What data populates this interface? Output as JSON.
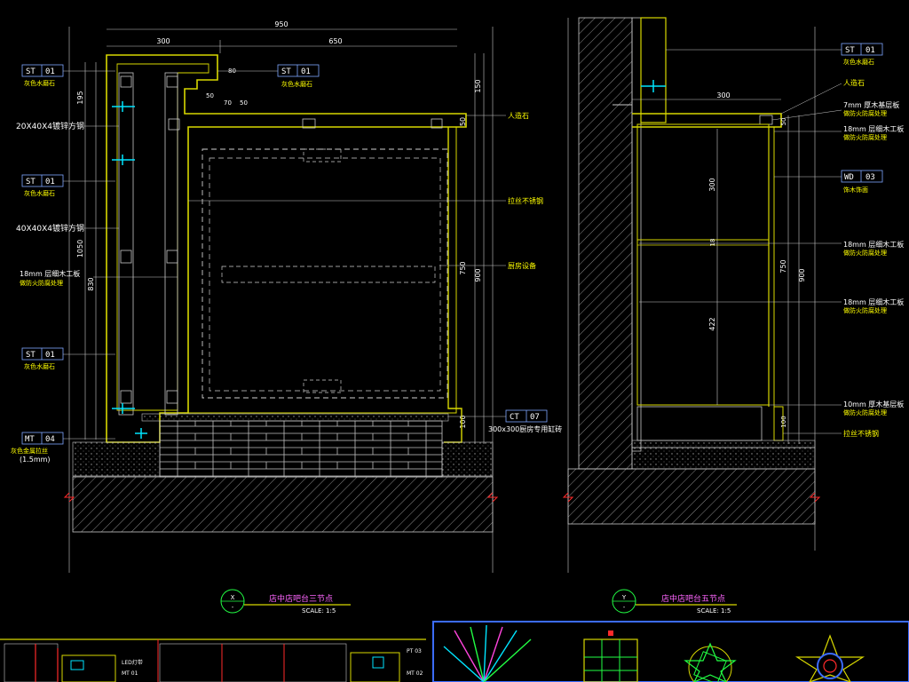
{
  "palette": {
    "background": "#000000",
    "wall": "#d8d800",
    "dimension": "#c8c8c8",
    "label": "#ffffff",
    "callout": "#ffff00",
    "tagbox": "#7fa7ff",
    "grid": "#3a3a3a",
    "dashed": "#cfcfcf",
    "cyan": "#00e5ff",
    "magenta": "#ff44dd",
    "green": "#22ff44",
    "blue": "#3c6cff"
  },
  "left_section": {
    "top_dims": [
      "950",
      "300",
      "650"
    ],
    "left_dims": [
      "195",
      "1050",
      "830"
    ],
    "right_dims": [
      "150",
      "50",
      "750",
      "900",
      "100"
    ],
    "inner_dims": [
      "80",
      "50",
      "70",
      "50"
    ],
    "tags": [
      {
        "code": "ST",
        "num": "01",
        "note": "灰色水磨石"
      },
      {
        "code": "ST",
        "num": "01",
        "note": "灰色水磨石"
      },
      {
        "code": "ST",
        "num": "01",
        "note": "灰色水磨石"
      },
      {
        "code": "ST",
        "num": "01",
        "note": "灰色水磨石"
      },
      {
        "code": "MT",
        "num": "04",
        "note": "灰色金属拉丝"
      }
    ],
    "left_notes": [
      "20X40X4镀锌方钢",
      "40X40X4镀锌方钢",
      "18mm 层细木工板",
      "做防火防腐处理"
    ],
    "right_notes": [
      "人造石",
      "拉丝不锈钢",
      "厨房设备"
    ],
    "ct_tag": {
      "code": "CT",
      "num": "07",
      "note": "300x300厨房专用缸砖"
    },
    "bottom_note": "(1.5mm)",
    "section_symbol": {
      "letter": "X",
      "sub": "-",
      "title": "店中店吧台三节点",
      "scale": "SCALE: 1:5"
    }
  },
  "right_section": {
    "top_dims": [
      "300"
    ],
    "inner_dims": [
      "50",
      "300",
      "18",
      "422",
      "750",
      "900",
      "100"
    ],
    "tags": [
      {
        "code": "ST",
        "num": "01",
        "note": "灰色水磨石"
      },
      {
        "code": "WD",
        "num": "03",
        "note": "饰木饰面"
      }
    ],
    "notes": [
      "人造石",
      "7mm 厚木基层板",
      "做防火防腐处理",
      "18mm 层细木工板",
      "做防火防腐处理",
      "18mm 层细木工板",
      "做防火防腐处理",
      "18mm 层细木工板",
      "做防火防腐处理",
      "10mm 厚木基层板",
      "做防火防腐处理",
      "拉丝不锈钢"
    ],
    "section_symbol": {
      "letter": "Y",
      "sub": "-",
      "title": "店中店吧台五节点",
      "scale": "SCALE: 1:5"
    }
  },
  "bottom_left": {
    "labels": [
      "LED灯带",
      "MT 01",
      "PT 03",
      "MT 02"
    ]
  }
}
